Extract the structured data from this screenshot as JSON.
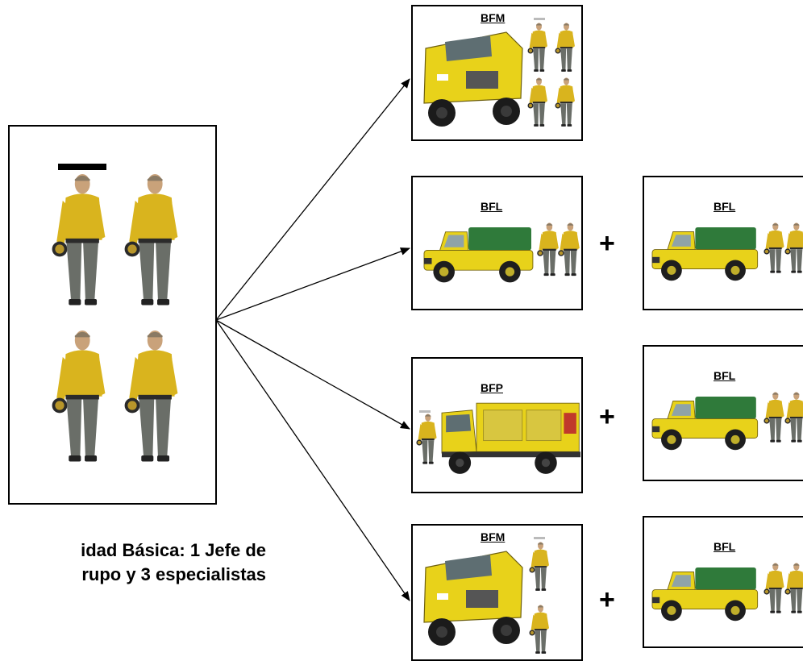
{
  "caption": {
    "line1": "idad Básica: 1 Jefe de",
    "line2": "rupo y 3 especialistas"
  },
  "vehicles": {
    "bfm": "BFM",
    "bfl": "BFL",
    "bfp": "BFP"
  },
  "plus_sign": "+",
  "colors": {
    "truck_yellow": "#e8d21a",
    "uniform_yellow": "#d9b41e",
    "trousers_gray": "#6a6e68",
    "tarp_green": "#2f7a3a"
  }
}
